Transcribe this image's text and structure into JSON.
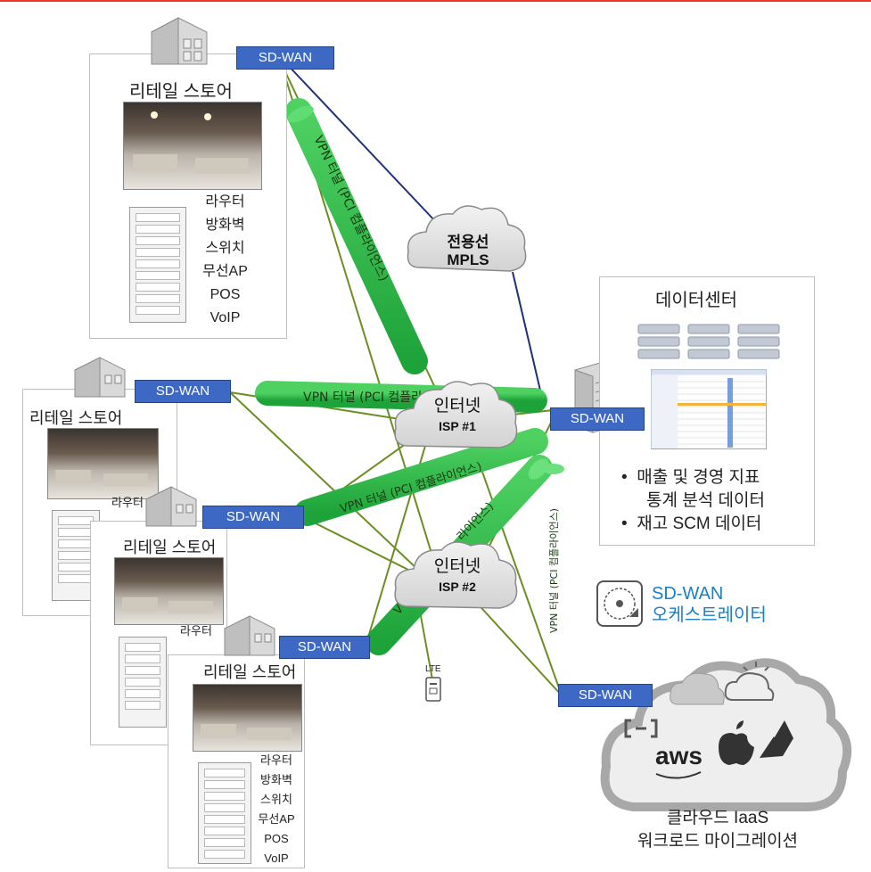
{
  "labels": {
    "sdwan": "SD-WAN",
    "store": "리테일 스토어",
    "mpls_line1": "전용선",
    "mpls_line2": "MPLS",
    "internet": "인터넷",
    "isp1": "ISP #1",
    "isp2": "ISP #2",
    "lte": "LTE",
    "vpn_full": "VPN 터널 (PCI 컴플라이언스)",
    "vpn_horizontal": "VPN 터널 (PCI 컴플라이언스)",
    "vpn_diag1": "VPN 터널 (PCI 컴플라이언스)",
    "vpn_diag2": "라이언스)",
    "vpn_diag2_tail": "V",
    "vpn_vertical": "VPN 터널 (PCI 컴플라이언스)"
  },
  "store_devices": [
    "라우터",
    "방화벽",
    "스위치",
    "무선AP",
    "POS",
    "VoIP"
  ],
  "store2_partial": "라우터",
  "store3_partial": "라우터",
  "datacenter": {
    "title": "데이터센터",
    "bullets": [
      "매출 및 경영 지표",
      "통계 분석 데이터",
      "재고 SCM 데이터"
    ],
    "bullet_char": "•"
  },
  "orchestrator": {
    "line1": "SD-WAN",
    "line2": "오케스트레이터"
  },
  "cloud": {
    "aws": "aws",
    "caption1": "클라우드 IaaS",
    "caption2": "워크로드 마이그레이션"
  },
  "colors": {
    "sdwan": "#3d69c4",
    "vpn": "#2db84a",
    "link": "#6b8e23",
    "mpls": "#1f2f7a",
    "orch": "#1b7fc4"
  }
}
